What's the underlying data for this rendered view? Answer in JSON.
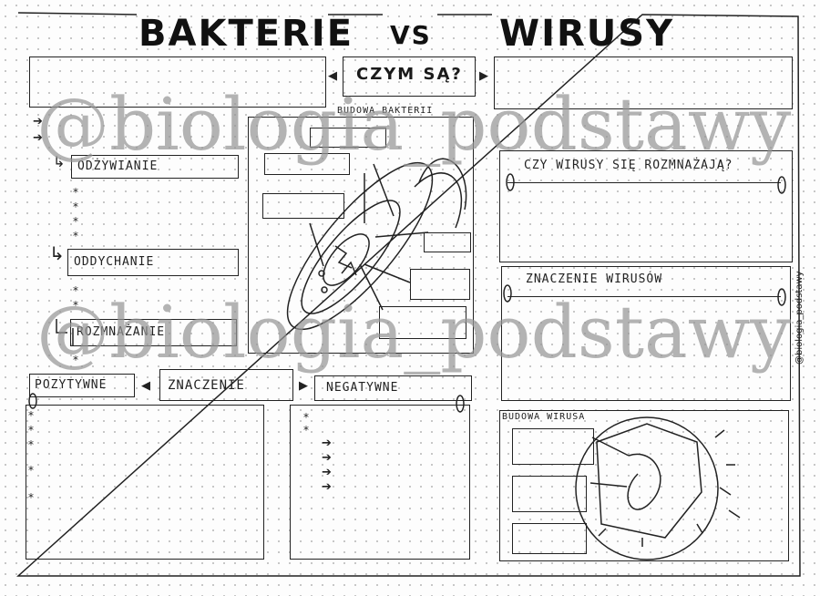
{
  "header": {
    "left_title": "BAKTERIE",
    "vs": "VS",
    "right_title": "WIRUSY"
  },
  "center_label": "CZYM SĄ?",
  "bacteria": {
    "structure_label": "BUDOWA BAKTERII",
    "sections": [
      "ODŻYWIANIE",
      "ODDYCHANIE",
      "ROZMNAŻANIE"
    ]
  },
  "significance": {
    "center": "ZNACZENIE",
    "positive": "POZYTYWNE",
    "negative": "NEGATYWNE"
  },
  "viruses": {
    "reproduction_question": "CZY WIRUSY SIĘ ROZMNAŻAJĄ?",
    "significance_label": "ZNACZENIE WIRUSÓW",
    "structure_label": "BUDOWA WIRUSA"
  },
  "side_signature": "@biologia_podstawy",
  "watermark": "@biologia_podstawy"
}
